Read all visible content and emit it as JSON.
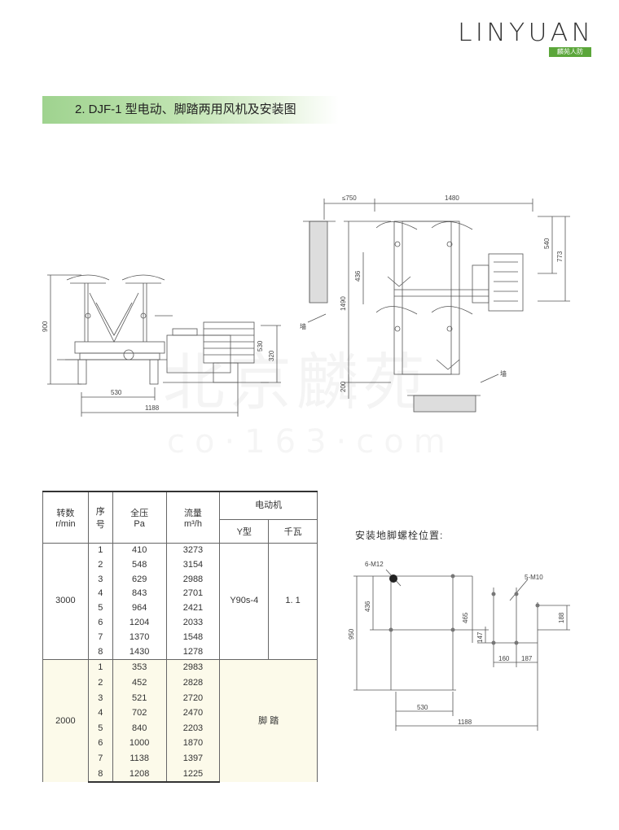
{
  "brand": {
    "name": "LINYUAN",
    "tagline": "麟苑人防"
  },
  "section_title": "2. DJF-1 型电动、脚踏两用风机及安装图",
  "watermark": {
    "line1": "北京麟苑",
    "line2": "co·163·com"
  },
  "side_view": {
    "dims": {
      "h900": "900",
      "h320": "320",
      "h530": "530",
      "w530": "530",
      "w1188": "1188"
    }
  },
  "plan_view": {
    "dims": {
      "w750": "≤750",
      "w1480": "1480",
      "h540": "540",
      "h773": "773",
      "h436": "436",
      "h1490": "1490",
      "h200": "200"
    },
    "wall_label_1": "墙",
    "wall_label_2": "墙"
  },
  "bolt_layout": {
    "caption": "安装地脚螺栓位置:",
    "labels": {
      "m12": "6-M12",
      "m10": "5-M10"
    },
    "dims": {
      "h436": "436",
      "h465": "465",
      "h950": "950",
      "h147": "147",
      "h188": "188",
      "w160": "160",
      "w187": "187",
      "w530": "530",
      "w1188": "1188"
    }
  },
  "table": {
    "headers": {
      "speed": "转数",
      "speed_unit": "r/min",
      "seq": "序",
      "seq2": "号",
      "pressure": "全压",
      "pressure_unit": "Pa",
      "flow": "流量",
      "flow_unit": "m³/h",
      "motor": "电动机",
      "motor_type": "Y型",
      "motor_power": "千瓦"
    },
    "group1": {
      "speed": "3000",
      "motor_type": "Y90s-4",
      "motor_power": "1. 1",
      "rows": [
        [
          "1",
          "410",
          "3273"
        ],
        [
          "2",
          "548",
          "3154"
        ],
        [
          "3",
          "629",
          "2988"
        ],
        [
          "4",
          "843",
          "2701"
        ],
        [
          "5",
          "964",
          "2421"
        ],
        [
          "6",
          "1204",
          "2033"
        ],
        [
          "7",
          "1370",
          "1548"
        ],
        [
          "8",
          "1430",
          "1278"
        ]
      ]
    },
    "group2": {
      "speed": "2000",
      "drive": "脚 踏",
      "rows": [
        [
          "1",
          "353",
          "2983"
        ],
        [
          "2",
          "452",
          "2828"
        ],
        [
          "3",
          "521",
          "2720"
        ],
        [
          "4",
          "702",
          "2470"
        ],
        [
          "5",
          "840",
          "2203"
        ],
        [
          "6",
          "1000",
          "1870"
        ],
        [
          "7",
          "1138",
          "1397"
        ],
        [
          "8",
          "1208",
          "1225"
        ]
      ]
    }
  }
}
